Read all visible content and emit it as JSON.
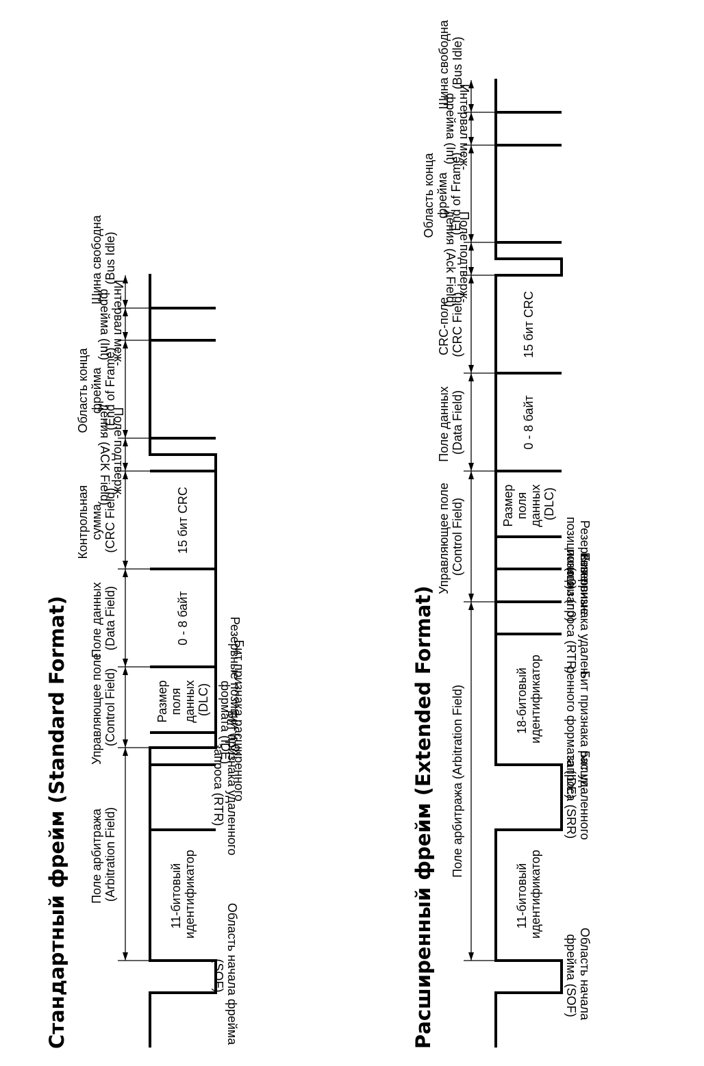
{
  "standard": {
    "title": "Стандартный фрейм (Standard Format)",
    "fields": {
      "arbitration": [
        "Поле арбитража",
        "(Arbitration Field)"
      ],
      "control": [
        "Управляющее поле",
        "(Control Field)"
      ],
      "data": [
        "Поле данных",
        "(Data Field)"
      ],
      "crc": [
        "Контрольная",
        "сумма",
        "(CRC Field)"
      ],
      "ack": [
        "Поле подтверж-",
        "дения (ACK Field)"
      ],
      "eof": [
        "Область конца",
        "фрейма",
        "(End of Frame)"
      ],
      "int": [
        "Интервал меж-",
        "фрейма (Int)"
      ],
      "idle": [
        "Шина свободна",
        "(Bus Idle)"
      ]
    },
    "cells": {
      "id": [
        "11-битовый",
        "идентификатор"
      ],
      "dlc": [
        "Размер",
        "поля",
        "данных",
        "(DLC)"
      ],
      "data": [
        "0 - 8 байт"
      ],
      "crc": [
        "15 бит CRC"
      ]
    },
    "bits": {
      "sof": [
        "Область начала фрейма",
        "(SOF)"
      ],
      "rtr": [
        "Бит признака удаленного",
        "запроса (RTR)"
      ],
      "ide": [
        "Бит признака расширенного",
        "формата (IDE)"
      ],
      "r0": [
        "Резервные позиции (r 0)"
      ]
    }
  },
  "extended": {
    "title": "Расширенный фрейм (Extended Format)",
    "fields": {
      "arbitration": [
        "Поле арбитража (Arbitration Field)"
      ],
      "control": [
        "Управляющее поле",
        "(Control Field)"
      ],
      "data": [
        "Поле данных",
        "(Data Field)"
      ],
      "crc": [
        "CRC-поле",
        "(CRC Field)"
      ],
      "ack": [
        "Поле подтверж-",
        "дения (Ack Field)"
      ],
      "eof": [
        "Область конца",
        "фрейма",
        "(End of Frame)"
      ],
      "int": [
        "Интервал меж-",
        "фрейма (Int)"
      ],
      "idle": [
        "Шина свободна",
        "(Bus Idle)"
      ]
    },
    "cells": {
      "id11": [
        "11-битовый",
        "идентификатор"
      ],
      "id18": [
        "18-битовый",
        "идентификатор"
      ],
      "dlc": [
        "Размер",
        "поля",
        "данных",
        "(DLC)"
      ],
      "data": [
        "0 - 8 байт"
      ],
      "crc": [
        "15 бит CRC"
      ]
    },
    "bits": {
      "sof": [
        "Область начала",
        "фрейма (SOF)"
      ],
      "srr": [
        "Бит удаленного",
        "запроса (SRR)"
      ],
      "ide": [
        "Бит признака расши-",
        "ренного формата (IDE)"
      ],
      "rtr": [
        "Бит признака удален-",
        "ного запроса (RTR)"
      ],
      "r1": [
        "Резервные",
        "позиции (r 0)"
      ],
      "r0": [
        "Резервные",
        "позиции (r 0)"
      ]
    }
  }
}
